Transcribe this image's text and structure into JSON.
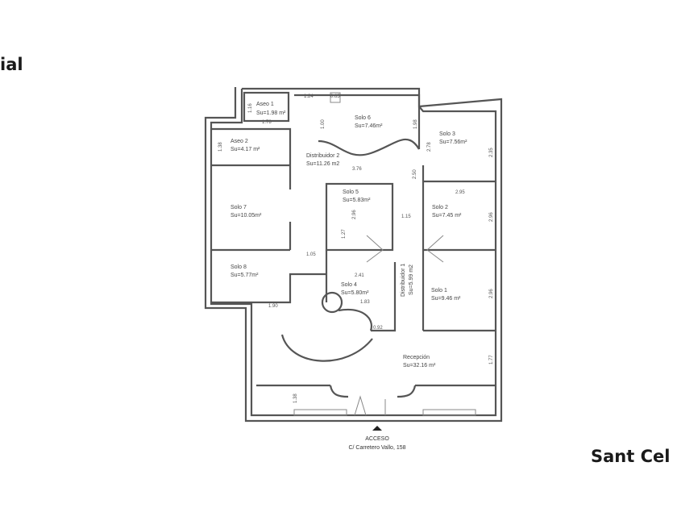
{
  "left_text": "ial",
  "right_text": "Sant Cel",
  "rooms": [
    {
      "name": "Aseo 1",
      "area": "Su=1.98 m²"
    },
    {
      "name": "Solo 6",
      "area": "Su=7.46m²"
    },
    {
      "name": "Solo 3",
      "area": "Su=7.56m²"
    },
    {
      "name": "Aseo 2",
      "area": "Su=4.17 m²"
    },
    {
      "name": "Distribuidor 2",
      "area": "Su=11.26 m2"
    },
    {
      "name": "Solo 7",
      "area": "Su=10.05m²"
    },
    {
      "name": "Solo 5",
      "area": "Su=5.83m²"
    },
    {
      "name": "Solo 2",
      "area": "Su=7.45 m²"
    },
    {
      "name": "Solo 8",
      "area": "Su=5.77m²"
    },
    {
      "name": "Solo 4",
      "area": "Su=5.80m²"
    },
    {
      "name": "Distribuidor 1",
      "area": "Su=5.99 m2"
    },
    {
      "name": "Solo 1",
      "area": "Su=9.46 m²"
    },
    {
      "name": "Recepción",
      "area": "Su=32.16 m²"
    }
  ],
  "dimensions": [
    "1.24",
    "0.65",
    "1.16",
    "1.78",
    "1.00",
    "1.98",
    "2.78",
    "2.35",
    "1.38",
    "3.76",
    "2.50",
    "2.95",
    "1.15",
    "2.96",
    "1.27",
    "2.96",
    "1.05",
    "2.41",
    "1.83",
    "1.90",
    "0.92",
    "2.96",
    "1.77",
    "1.38"
  ],
  "access": {
    "label": "ACCESO",
    "address": "C/ Carretero Vallo, 158"
  }
}
